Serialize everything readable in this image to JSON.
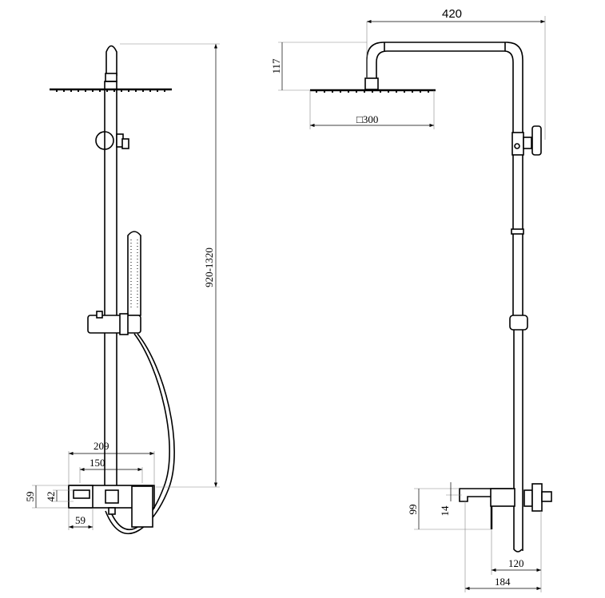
{
  "front_view": {
    "height_range": "920-1320",
    "mixer_width": "209",
    "inlet_centers": "150",
    "mixer_height": "59",
    "inner_height": "42",
    "box_width": "59"
  },
  "side_view": {
    "arm_reach": "420",
    "head_drop": "117",
    "head_size": "□300",
    "spout_drop": "99",
    "spout_height": "14",
    "body_depth": "120",
    "spout_reach": "184"
  }
}
